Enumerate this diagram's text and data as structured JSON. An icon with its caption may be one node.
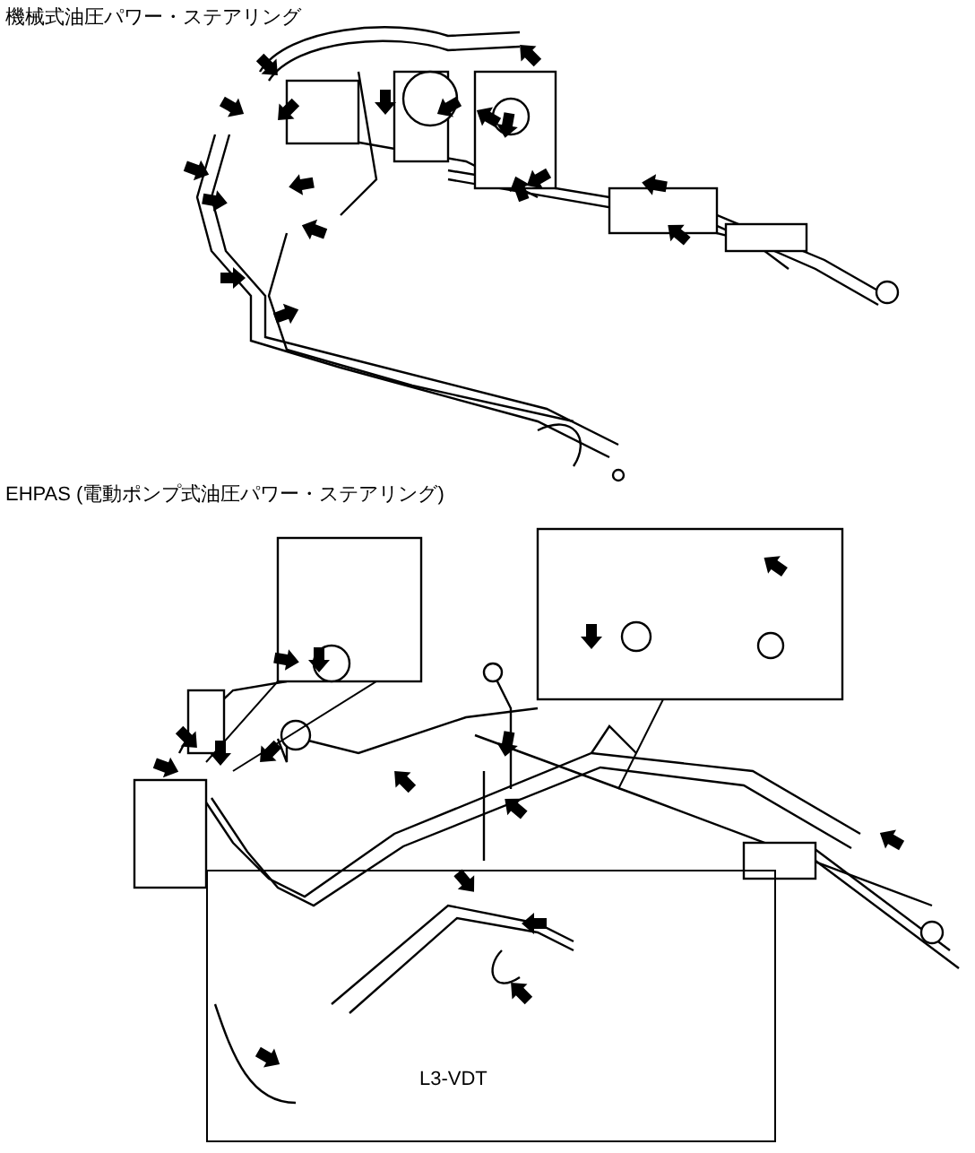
{
  "diagram": {
    "nodes": [
      {
        "text": [
          "L3-VDT"
        ]
      }
    ],
    "labels": [
      "機械式油圧パワー・ステアリング",
      "EHPAS (電動ポンプ式油圧パワー・ステアリング)"
    ]
  }
}
